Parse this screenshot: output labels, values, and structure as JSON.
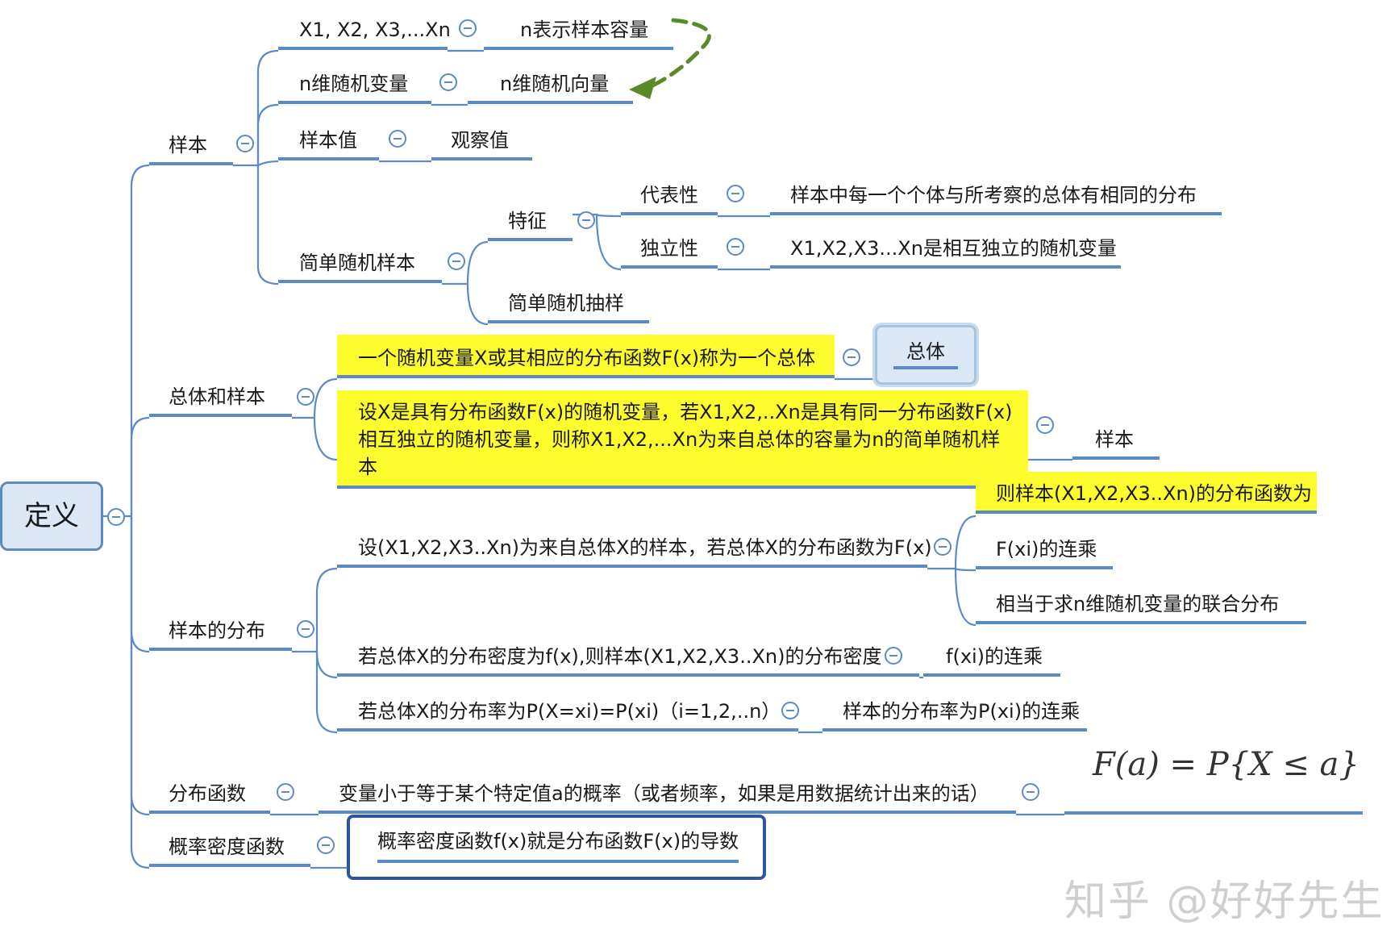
{
  "root": {
    "label": "定义"
  },
  "branches": {
    "sample": {
      "label": "样本",
      "x_notation": "X1, X2, X3,...Xn",
      "n_meaning": "n表示样本容量",
      "n_dim_var": "n维随机变量",
      "n_dim_vec": "n维随机向量",
      "sample_value": "样本值",
      "observed_value": "观察值",
      "simple_random_sample": "简单随机样本",
      "features": "特征",
      "representative": "代表性",
      "representative_desc": "样本中每一个个体与所考察的总体有相同的分布",
      "independence": "独立性",
      "independence_desc": "X1,X2,X3...Xn是相互独立的随机变量",
      "simple_random_sampling": "简单随机抽样"
    },
    "population_and_sample": {
      "label": "总体和样本",
      "population_def": "一个随机变量X或其相应的分布函数F(x)称为一个总体",
      "population": "总体",
      "sample_def_line1": "设X是具有分布函数F(x)的随机变量，若X1,X2,..Xn是具有同一分布函数F(x)",
      "sample_def_line2": "相互独立的随机变量，则称X1,X2,...Xn为来自总体的容量为n的简单随机样本",
      "sample": "样本"
    },
    "sample_distribution": {
      "label": "样本的分布",
      "cdf_premise": "设(X1,X2,X3..Xn)为来自总体X的样本，若总体X的分布函数为F(x)",
      "cdf_result": "则样本(X1,X2,X3..Xn)的分布函数为",
      "cdf_product": "F(xi)的连乘",
      "joint_note": "相当于求n维随机变量的联合分布",
      "pdf_premise": "若总体X的分布密度为f(x),则样本(X1,X2,X3..Xn)的分布密度",
      "pdf_product": "f(xi)的连乘",
      "pmf_premise": "若总体X的分布率为P(X=xi)=P(xi)（i=1,2,..n）",
      "pmf_result": "样本的分布率为P(xi)的连乘"
    },
    "distribution_function": {
      "label": "分布函数",
      "desc": "变量小于等于某个特定值a的概率（或者频率，如果是用数据统计出来的话）",
      "formula": "F(a) = P{X ≤ a}"
    },
    "density_function": {
      "label": "概率密度函数",
      "desc": "概率密度函数f(x)就是分布函数F(x)的导数"
    }
  },
  "watermark": "知乎 @好好先生",
  "colors": {
    "connector": "#5b8ac6",
    "highlight": "#fffc2e",
    "root_fill": "#dce8f5",
    "frame": "#2e56a0",
    "relationship_arrow": "#5a8a2a"
  }
}
